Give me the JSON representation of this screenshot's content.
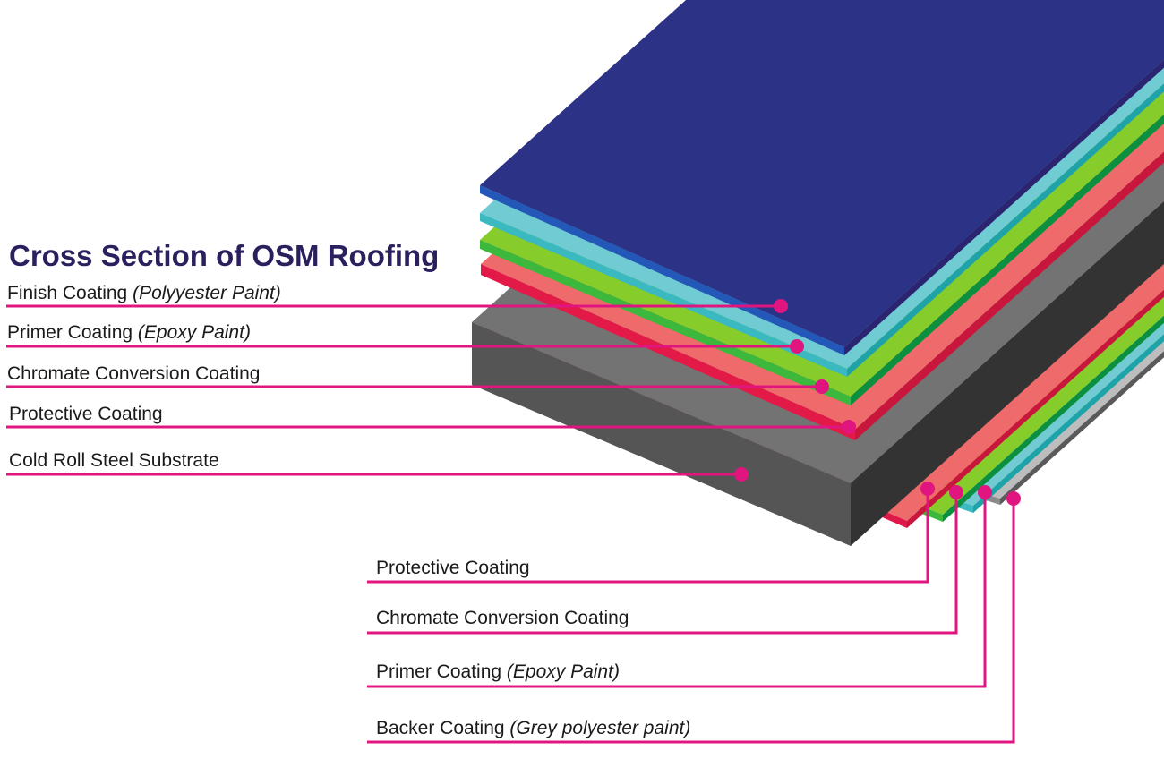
{
  "title": "Cross Section of OSM Roofing",
  "leader_color": "#e0157f",
  "top_labels": [
    {
      "main": "Finish Coating ",
      "italic": "(Polyyester Paint)"
    },
    {
      "main": "Primer Coating ",
      "italic": "(Epoxy Paint)"
    },
    {
      "main": "Chromate Conversion Coating",
      "italic": ""
    },
    {
      "main": "Protective Coating",
      "italic": ""
    },
    {
      "main": "Cold Roll Steel Substrate",
      "italic": ""
    }
  ],
  "bottom_labels": [
    {
      "main": "Protective Coating",
      "italic": ""
    },
    {
      "main": "Chromate Conversion Coating",
      "italic": ""
    },
    {
      "main": "Primer Coating ",
      "italic": "(Epoxy Paint)"
    },
    {
      "main": "Backer Coating ",
      "italic": "(Grey polyester paint)"
    }
  ],
  "layers": [
    {
      "name": "backer-coating-layer",
      "top": "#bdbdbd",
      "front": "#8a8a8a",
      "right": "#5a5a5a"
    },
    {
      "name": "bottom-primer-layer",
      "top": "#72cbd3",
      "front": "#3bbac1",
      "right": "#1ea4a8"
    },
    {
      "name": "bottom-chromate-layer",
      "top": "#86cc2a",
      "front": "#3cb83c",
      "right": "#0b8f40"
    },
    {
      "name": "bottom-protective-layer",
      "top": "#ef6b6b",
      "front": "#e0184a",
      "right": "#c8163c"
    },
    {
      "name": "steel-substrate-layer",
      "top": "#737373",
      "front": "#555555",
      "right": "#333333"
    },
    {
      "name": "top-protective-layer",
      "top": "#ef6b6b",
      "front": "#e31a48",
      "right": "#c8163c"
    },
    {
      "name": "top-chromate-layer",
      "top": "#86cc2a",
      "front": "#3cb83c",
      "right": "#0c8f3f"
    },
    {
      "name": "top-primer-layer",
      "top": "#70cbd2",
      "front": "#3bb9c0",
      "right": "#1fa3a8"
    },
    {
      "name": "finish-coating-layer",
      "top": "#2c3386",
      "front": "#2358b8",
      "right": "#2b2470"
    }
  ]
}
